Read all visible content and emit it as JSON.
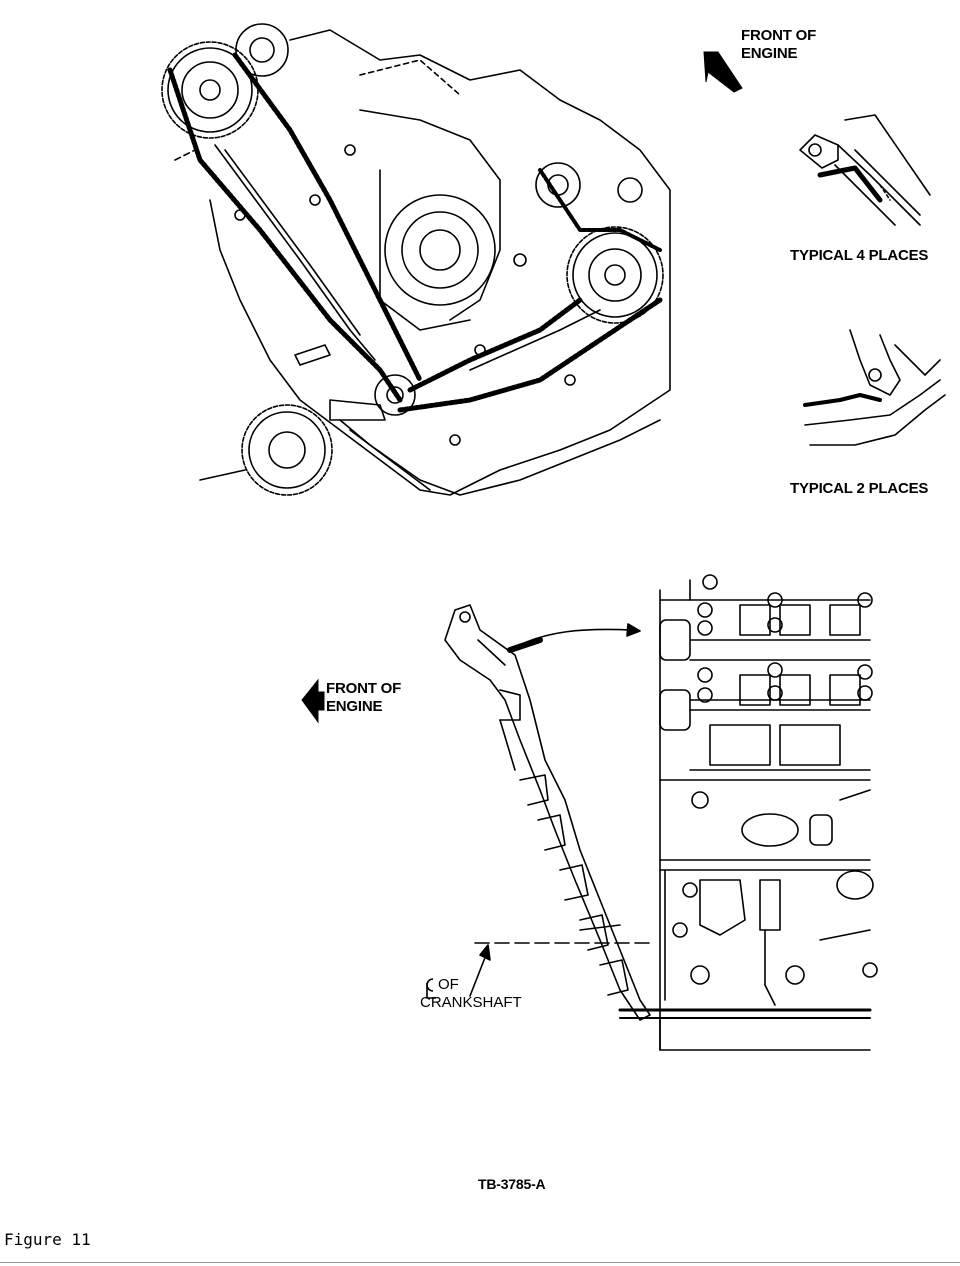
{
  "labels": {
    "front_top": [
      "FRONT OF",
      "ENGINE"
    ],
    "typical_4": "TYPICAL 4 PLACES",
    "typical_2": "TYPICAL 2 PLACES",
    "front_bottom": [
      "FRONT OF",
      "ENGINE"
    ],
    "cl_crankshaft": [
      "OF",
      "CRANKSHAFT"
    ],
    "drawing_number": "TB-3785-A",
    "figure_caption": "Figure 11"
  },
  "icons": {
    "front_arrow_top": "arrow-down-left-icon",
    "front_arrow_bottom": "arrow-left-icon",
    "centerline_symbol": "centerline-icon",
    "leader_arrow": "arrow-up-right-icon"
  },
  "colors": {
    "ink": "#000000",
    "paper": "#ffffff"
  }
}
